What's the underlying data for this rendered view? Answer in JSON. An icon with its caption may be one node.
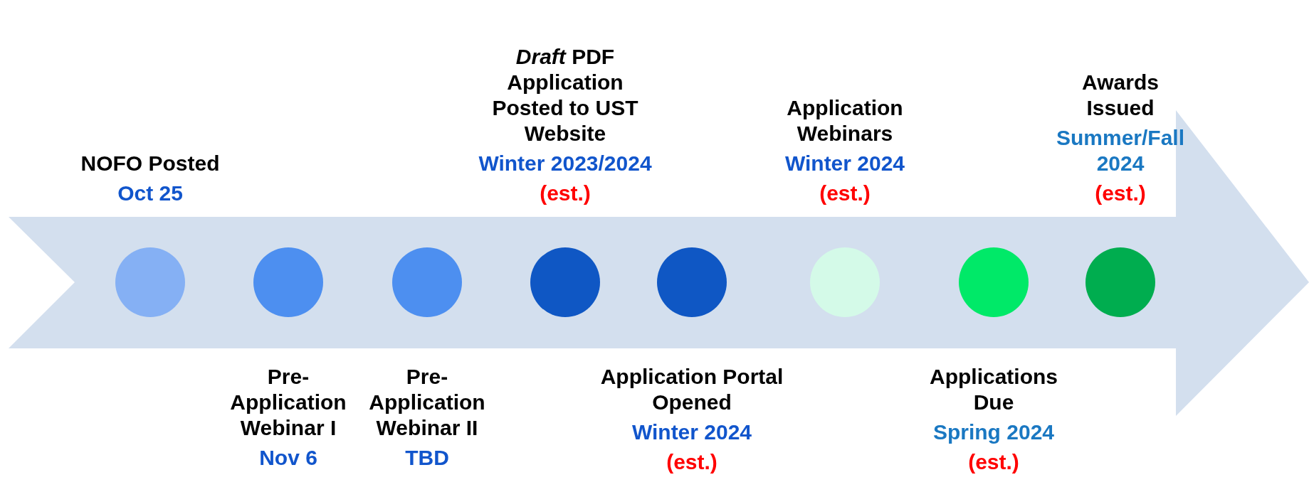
{
  "diagram": {
    "nodes": [
      {
        "text": [],
        "shape": "circle",
        "beside": [
          "NOFO Posted",
          "Oct 25"
        ]
      },
      {
        "text": [],
        "shape": "circle",
        "beside": [
          "Pre-Application Webinar I",
          "Nov 6"
        ]
      },
      {
        "text": [],
        "shape": "circle",
        "beside": [
          "Pre-Application Webinar II",
          "TBD"
        ]
      },
      {
        "text": [],
        "shape": "circle",
        "beside": [
          "*Draft* PDF Application Posted to UST Website",
          "Winter 2023/2024",
          "(est.)"
        ]
      },
      {
        "text": [],
        "shape": "circle",
        "beside": [
          "Application Portal Opened",
          "Winter 2024",
          "(est.)"
        ]
      },
      {
        "text": [],
        "shape": "circle",
        "beside": [
          "Application Webinars",
          "Winter 2024",
          "(est.)"
        ]
      },
      {
        "text": [],
        "shape": "circle",
        "beside": [
          "Applications Due",
          "Spring 2024",
          "(est.)"
        ]
      },
      {
        "text": [],
        "shape": "circle",
        "beside": [
          "Awards Issued",
          "Summer/Fall 2024",
          "(est.)"
        ]
      }
    ]
  }
}
